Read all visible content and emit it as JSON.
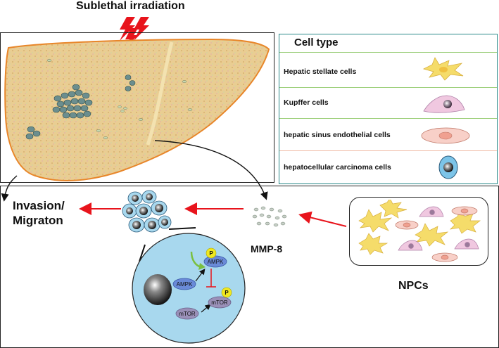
{
  "title": "Sublethal irradiation",
  "legend": {
    "title": "Cell type",
    "items": [
      {
        "label": "Hepatic stellate cells",
        "icon": "stellate-cell-icon"
      },
      {
        "label": "Kupffer cells",
        "icon": "kupffer-cell-icon"
      },
      {
        "label": "hepatic sinus endothelial cells",
        "icon": "endothelial-cell-icon"
      },
      {
        "label": "hepatocellular carcinoma cells",
        "icon": "hcc-cell-icon"
      }
    ]
  },
  "labels": {
    "invasion": "Invasion/",
    "migration": "Migraton",
    "mmp8": "MMP-8",
    "npcs": "NPCs",
    "ampk": "AMPK",
    "ampk_p": "AMPK",
    "mtor": "mTOR",
    "mtor_p": "mTOR",
    "phospho": "P"
  },
  "colors": {
    "liver_fill": "#e8c98a",
    "liver_edge": "#e8862a",
    "arrow_red": "#e8141c",
    "lightning": "#e8141c",
    "cell_blue": "#a8d8ee",
    "stellate": "#f5dc6a",
    "kupffer": "#f0c8e0",
    "endothelial": "#f8d0c8",
    "legend_border": "#2a8a8a"
  }
}
